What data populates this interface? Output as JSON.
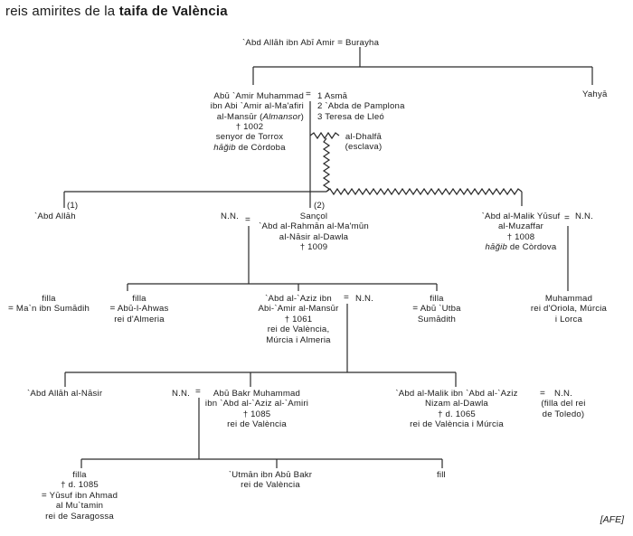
{
  "title": {
    "prefix": "reis amirites de la",
    "bold": "taifa de València"
  },
  "symbols": {
    "marriage": "="
  },
  "persons": {
    "abd_allah_ibn_abi_amir": "`Abd Allāh ibn Abī Amir",
    "burayha": "Burayha",
    "almansor": {
      "line1": "Abū `Amir Muhammad",
      "line2": "ibn Abi `Amir al-Ma'afiri",
      "line3a": "al-Mansūr (",
      "line3b": "Almansor",
      "line3c": ")",
      "line4": "† 1002",
      "line5": "senyor de Torrox",
      "line6a": "hāğib",
      "line6b": " de Còrdoba"
    },
    "wives": [
      "1 Asmā",
      "2 `Abda de Pamplona",
      "3 Teresa de Lleó"
    ],
    "dhalfa": {
      "line1": "al-Dhalfā",
      "line2": "(esclava)"
    },
    "yahya": "Yahyā",
    "abd_allah_son": {
      "mark": "(1)",
      "name": "`Abd Allāh"
    },
    "nn_a": "N.N.",
    "sanchuelo": {
      "mark": "(2)",
      "line1": "Sançol",
      "line2": "`Abd al-Rahmān al-Ma'mūn",
      "line3": "al-Nāsir al-Dawla",
      "line4": "† 1009"
    },
    "muzaffar": {
      "line1": "`Abd al-Malik Yūsuf",
      "line2": "al-Muzaffar",
      "line3": "† 1008",
      "line4a": "hāğib",
      "line4b": " de Còrdova"
    },
    "nn_b": "N.N.",
    "filla1": {
      "line1": "filla",
      "line2": "Ma`n ibn Sumādih"
    },
    "filla2": {
      "line1": "filla",
      "line2": "Abū-l-Ahwas",
      "line3": "rei d'Almeria"
    },
    "abd_al_aziz": {
      "line1": "`Abd al-`Aziz ibn",
      "line2": "Abi-`Amir al-Mansūr",
      "line3": "† 1061",
      "line4": "rei de València,",
      "line5": "Múrcia i Almeria"
    },
    "nn_c": "N.N.",
    "filla3": {
      "line1": "filla",
      "line2": "Abū `Utba",
      "line3": "Sumādith"
    },
    "muhammad_oriola": {
      "line1": "Muhammad",
      "line2": "rei d'Oriola, Múrcia",
      "line3": "i Lorca"
    },
    "abd_allah_nasir": "`Abd Allāh al-Nāsir",
    "nn_d": "N.N.",
    "abu_bakr": {
      "line1": "Abū Bakr Muhammad",
      "line2": "ibn `Abd al-`Aziz al-`Amiri",
      "line3": "† 1085",
      "line4": "rei de València"
    },
    "abd_al_malik_nizam": {
      "line1": "`Abd al-Malik ibn `Abd al-`Aziz",
      "line2": "Nizam al-Dawla",
      "line3": "† d. 1065",
      "line4": "rei de València i Múrcia"
    },
    "nn_e": {
      "line1": "N.N.",
      "line2": "(filla del rei",
      "line3": "de Toledo)"
    },
    "filla4": {
      "line1": "filla",
      "line2": "† d. 1085",
      "line3": "Yūsuf ibn Ahmad",
      "line4": "al Mu`tamin",
      "line5": "rei de Saragossa"
    },
    "utman": {
      "line1": "`Utmān ibn Abū Bakr",
      "line2": "rei de València"
    },
    "fill": "fill"
  },
  "source": "[AFE]"
}
